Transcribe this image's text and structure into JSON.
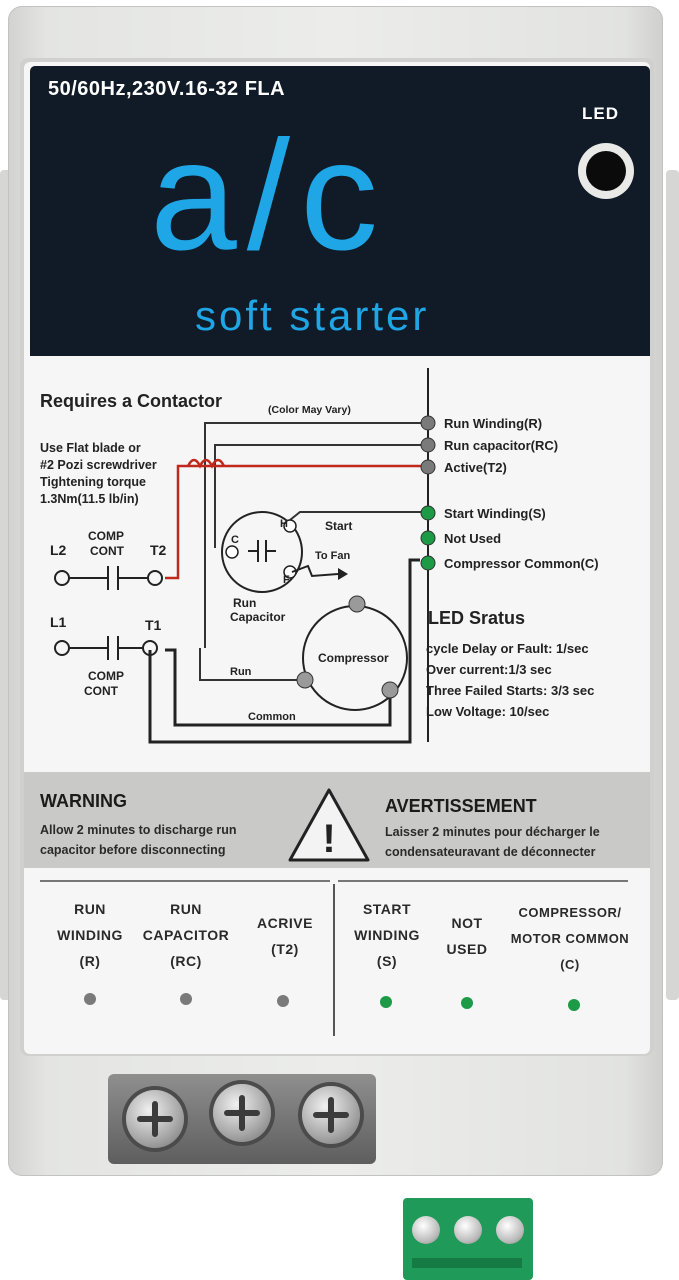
{
  "header": {
    "spec": "50/60Hz,230V.16-32 FLA",
    "led_label": "LED",
    "brand": "a/c",
    "tagline": "soft starter"
  },
  "requirements": {
    "title": "Requires a Contactor",
    "lines": [
      "Use Flat blade or",
      "#2 Pozi screwdriver",
      "Tightening torque",
      "1.3Nm(11.5 lb/in)"
    ]
  },
  "diagram": {
    "color_note": "(Color May Vary)",
    "terminals": [
      {
        "label": "Run Winding(R)",
        "color": "grey"
      },
      {
        "label": "Run capacitor(RC)",
        "color": "grey"
      },
      {
        "label": "Active(T2)",
        "color": "grey"
      },
      {
        "label": "Start Winding(S)",
        "color": "green"
      },
      {
        "label": "Not Used",
        "color": "green"
      },
      {
        "label": "Compressor Common(C)",
        "color": "green"
      }
    ],
    "l2": "L2",
    "l1": "L1",
    "t2": "T2",
    "t1": "T1",
    "comp_cont_top": [
      "COMP",
      "CONT"
    ],
    "comp_cont_bottom": [
      "COMP",
      "CONT"
    ],
    "cap_c": "C",
    "cap_h": "H",
    "cap_f": "F",
    "start_label": "Start",
    "to_fan": "To Fan",
    "run_capacitor": [
      "Run",
      "Capacitor"
    ],
    "compressor": "Compressor",
    "run": "Run",
    "common": "Common"
  },
  "led_status": {
    "title": "LED Sratus",
    "items": [
      "cycle Delay or Fault: 1/sec",
      "Over current:1/3 sec",
      "Three Failed Starts: 3/3 sec",
      "Low Voltage: 10/sec"
    ]
  },
  "warning": {
    "title": "WARNING",
    "lines": [
      "Allow 2 minutes to discharge run",
      "capacitor before disconnecting"
    ],
    "symbol": "!",
    "fr_title": "AVERTISSEMENT",
    "fr_lines": [
      "Laisser 2 minutes pour décharger le",
      "condensateuravant de déconnecter"
    ]
  },
  "terminals": [
    {
      "lines": [
        "RUN",
        "WINDING",
        "(R)"
      ],
      "dot": "grey"
    },
    {
      "lines": [
        "RUN",
        "CAPACITOR",
        "(RC)"
      ],
      "dot": "grey"
    },
    {
      "lines": [
        "ACRIVE",
        "(T2)"
      ],
      "dot": "grey"
    },
    {
      "lines": [
        "START",
        "WINDING",
        "(S)"
      ],
      "dot": "green"
    },
    {
      "lines": [
        "NOT",
        "USED"
      ],
      "dot": "green"
    },
    {
      "lines": [
        "COMPRESSOR/",
        "MOTOR COMMON",
        "(C)"
      ],
      "dot": "green"
    }
  ],
  "colors": {
    "panel_dark": "#101b27",
    "brand_blue": "#1fa6e6",
    "dot_grey": "#7a7a7a",
    "dot_green": "#1c9a45",
    "wire_red": "#c0281c",
    "connector_green": "#1f9a58"
  }
}
